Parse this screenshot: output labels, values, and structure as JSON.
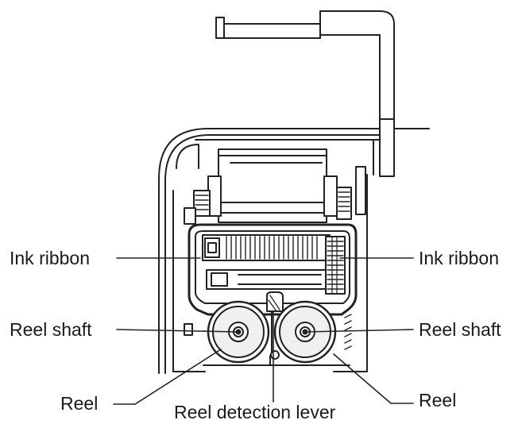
{
  "labels": {
    "ink_ribbon_left": "Ink ribbon",
    "ink_ribbon_right": "Ink ribbon",
    "reel_shaft_left": "Reel shaft",
    "reel_shaft_right": "Reel shaft",
    "reel_left": "Reel",
    "reel_right": "Reel",
    "reel_detection_lever": "Reel detection lever"
  },
  "colors": {
    "line": "#222222",
    "fill_light": "#eeeeee",
    "background": "#ffffff"
  }
}
